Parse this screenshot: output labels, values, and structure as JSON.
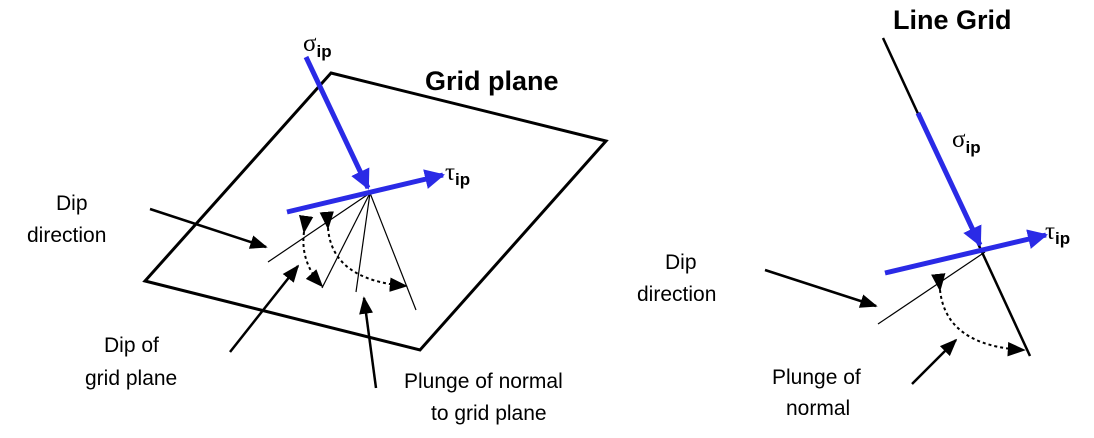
{
  "left_diagram": {
    "title": "Grid plane",
    "sigma_symbol": "σ",
    "sigma_sub": "ip",
    "tau_symbol": "τ",
    "tau_sub": "ip",
    "dip_direction_l1": "Dip",
    "dip_direction_l2": "direction",
    "dip_grid_l1": "Dip of",
    "dip_grid_l2": "grid plane",
    "plunge_l1": "Plunge of normal",
    "plunge_l2": "to grid plane"
  },
  "right_diagram": {
    "title": "Line Grid",
    "sigma_symbol": "σ",
    "sigma_sub": "ip",
    "tau_symbol": "τ",
    "tau_sub": "ip",
    "dip_direction_l1": "Dip",
    "dip_direction_l2": "direction",
    "plunge_l1": "Plunge of",
    "plunge_l2": "normal"
  },
  "colors": {
    "vector": "#2a2ae6",
    "line": "#000000"
  }
}
